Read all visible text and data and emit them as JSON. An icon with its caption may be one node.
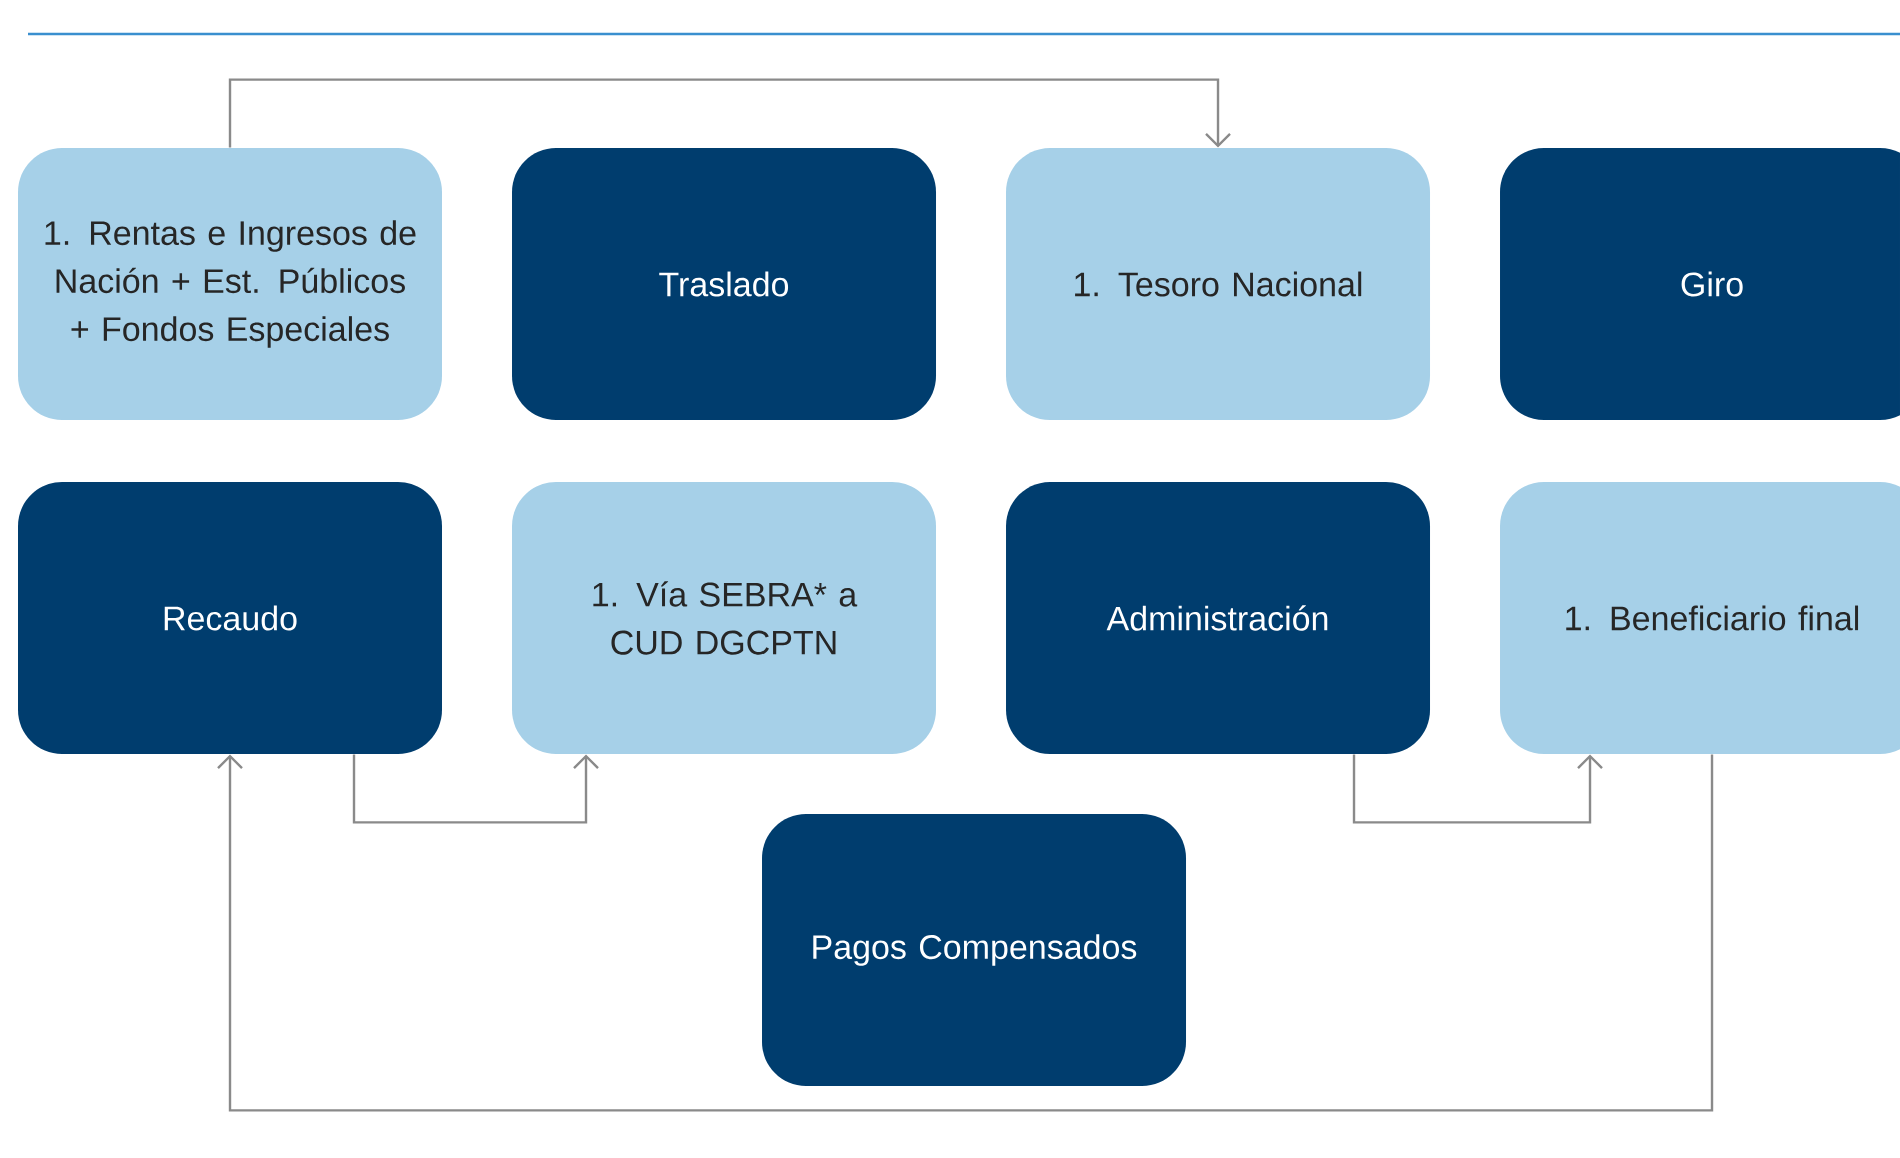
{
  "diagram": {
    "nodes": [
      {
        "text": [
          "1. Rentas e Ingresos de Nación + Est. Públicos + Fondos Especiales"
        ]
      },
      {
        "text": [
          "Traslado"
        ]
      },
      {
        "text": [
          "1. Tesoro Nacional"
        ]
      },
      {
        "text": [
          "Giro"
        ]
      },
      {
        "text": [
          "Recaudo"
        ]
      },
      {
        "text": [
          "1. Vía SEBRA* a CUD DGCPTN"
        ]
      },
      {
        "text": [
          "Administración"
        ]
      },
      {
        "text": [
          "1. Beneficiario final"
        ]
      },
      {
        "text": [
          "Pagos Compensados"
        ]
      }
    ],
    "edges": [
      {
        "from": 0,
        "to": 2,
        "arrow": "to"
      },
      {
        "from": 4,
        "to": 5,
        "arrow": "to"
      },
      {
        "from": 6,
        "to": 7,
        "arrow": "to"
      },
      {
        "from": 7,
        "to": 4,
        "arrow": "to"
      }
    ]
  }
}
